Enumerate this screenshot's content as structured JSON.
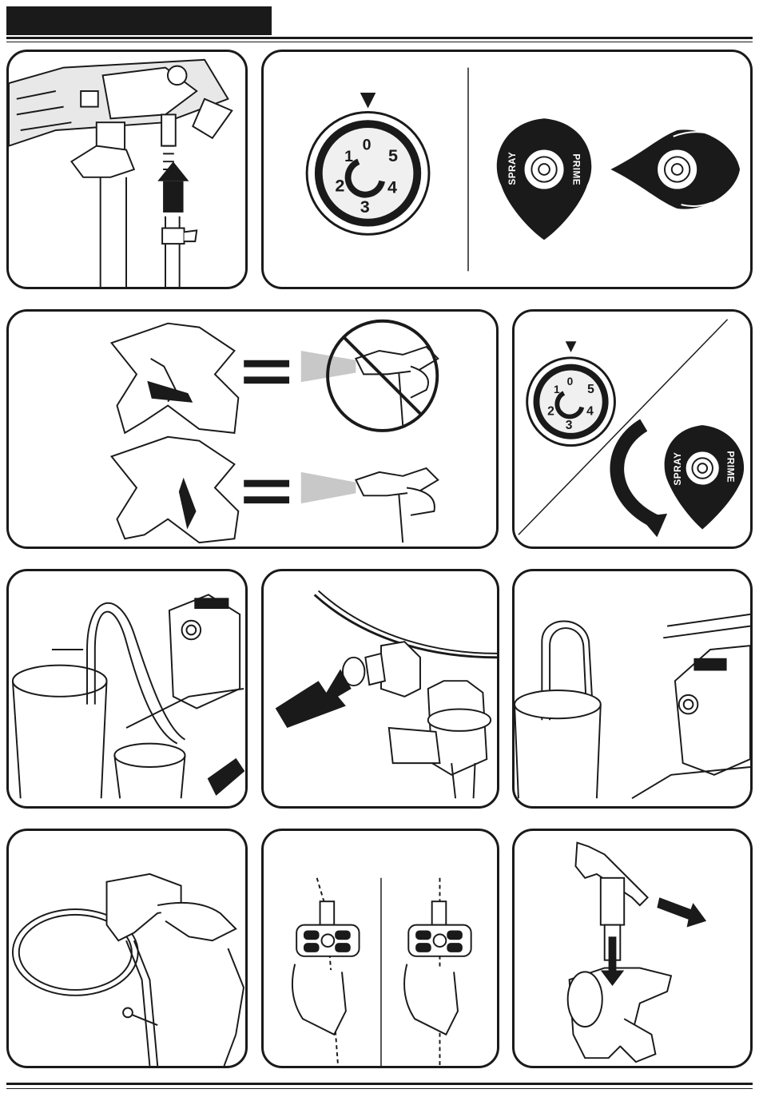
{
  "header": {
    "title": ""
  },
  "dial": {
    "numbers": [
      "0",
      "1",
      "2",
      "3",
      "4",
      "5"
    ]
  },
  "valve": {
    "spray_label": "SPRAY",
    "prime_label": "PRIME"
  },
  "colors": {
    "ink": "#1a1a1a",
    "paper": "#ffffff",
    "gray": "#bdbdbd"
  }
}
